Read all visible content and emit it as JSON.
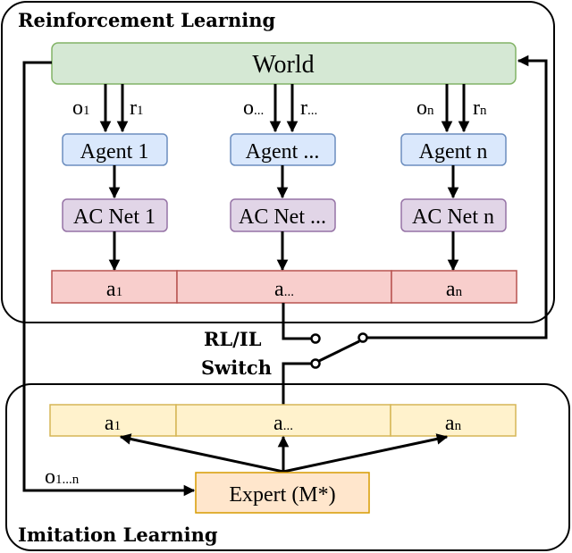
{
  "diagram": {
    "rl_title": "Reinforcement Learning",
    "il_title": "Imitation Learning",
    "world": "World",
    "obs": [
      {
        "o": "o",
        "o_sub": "1",
        "r": "r",
        "r_sub": "1"
      },
      {
        "o": "o",
        "o_sub": "...",
        "r": "r",
        "r_sub": "..."
      },
      {
        "o": "o",
        "o_sub": "n",
        "r": "r",
        "r_sub": "n"
      }
    ],
    "agents": [
      "Agent 1",
      "Agent ...",
      "Agent n"
    ],
    "acnets": [
      "AC Net 1",
      "AC Net ...",
      "AC Net n"
    ],
    "rl_actions": [
      {
        "a": "a",
        "sub": "1"
      },
      {
        "a": "a",
        "sub": "..."
      },
      {
        "a": "a",
        "sub": "n"
      }
    ],
    "switch_label_1": "RL/IL",
    "switch_label_2": "Switch",
    "il_actions": [
      {
        "a": "a",
        "sub": "1"
      },
      {
        "a": "a",
        "sub": "..."
      },
      {
        "a": "a",
        "sub": "n"
      }
    ],
    "expert_obs": {
      "o": "o",
      "sub": "1...n"
    },
    "expert": "Expert (M*)"
  },
  "colors": {
    "world_fill": "#d5e8d4",
    "world_stroke": "#82b366",
    "agent_fill": "#dae8fc",
    "agent_stroke": "#6c8ebf",
    "acnet_fill": "#e1d5e7",
    "acnet_stroke": "#9673a6",
    "rl_action_fill": "#f8cecc",
    "rl_action_stroke": "#b85450",
    "il_fill": "#fff2cc",
    "il_stroke": "#d6b656",
    "expert_fill": "#ffe6cc",
    "expert_stroke": "#d79b00"
  }
}
